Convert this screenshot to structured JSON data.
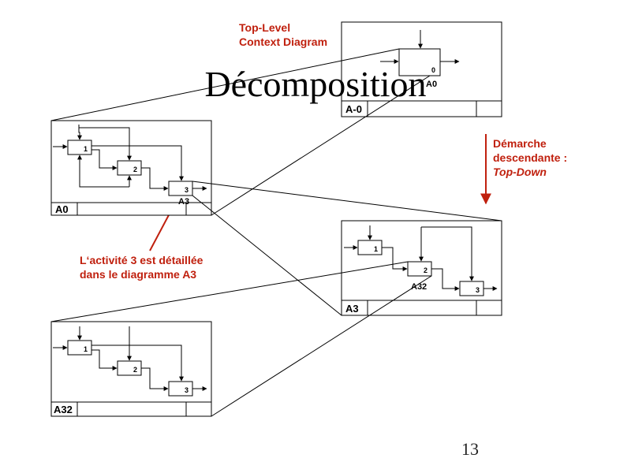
{
  "slide": {
    "title": "Décomposition",
    "page_number": "13"
  },
  "callouts": {
    "top_level_line1": "Top-Level",
    "top_level_line2": "Context Diagram",
    "approach_line1": "Démarche",
    "approach_line2": "descendante :",
    "approach_line3": "Top-Down",
    "detail_line1": "L‘activité 3 est détaillée",
    "detail_line2": "dans le diagramme A3"
  },
  "diagrams": {
    "a_minus_0": {
      "label": "A-0",
      "box_number": "0",
      "box_ref": "A0"
    },
    "a0": {
      "label": "A0",
      "box1": "1",
      "box2": "2",
      "box3": "3",
      "box3_ref": "A3"
    },
    "a3": {
      "label": "A3",
      "box1": "1",
      "box2": "2",
      "box3": "3",
      "box2_ref": "A32"
    },
    "a32": {
      "label": "A32",
      "box1": "1",
      "box2": "2",
      "box3": "3"
    }
  },
  "colors": {
    "accent_red": "#c0200e",
    "ink": "#000000"
  }
}
